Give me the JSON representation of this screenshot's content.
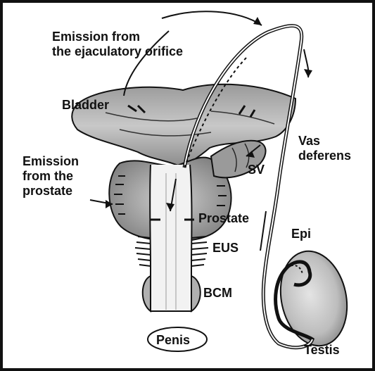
{
  "labels": {
    "emission_ejaculatory": [
      "Emission from",
      "the ejaculatory orifice"
    ],
    "bladder": "Bladder",
    "emission_prostate": [
      "Emission",
      "from the",
      "prostate"
    ],
    "vas_deferens": [
      "Vas",
      "deferens"
    ],
    "sv": "SV",
    "prostate": "Prostate",
    "epi": "Epi",
    "eus": "EUS",
    "bcm": "BCM",
    "penis": "Penis",
    "testis": "Testis"
  },
  "colors": {
    "ink": "#111111",
    "tissue_light": "#d8d8d8",
    "tissue_mid": "#a8a8a8",
    "tissue_dark": "#6e6e6e",
    "background": "#ffffff",
    "frame": "#111111"
  }
}
